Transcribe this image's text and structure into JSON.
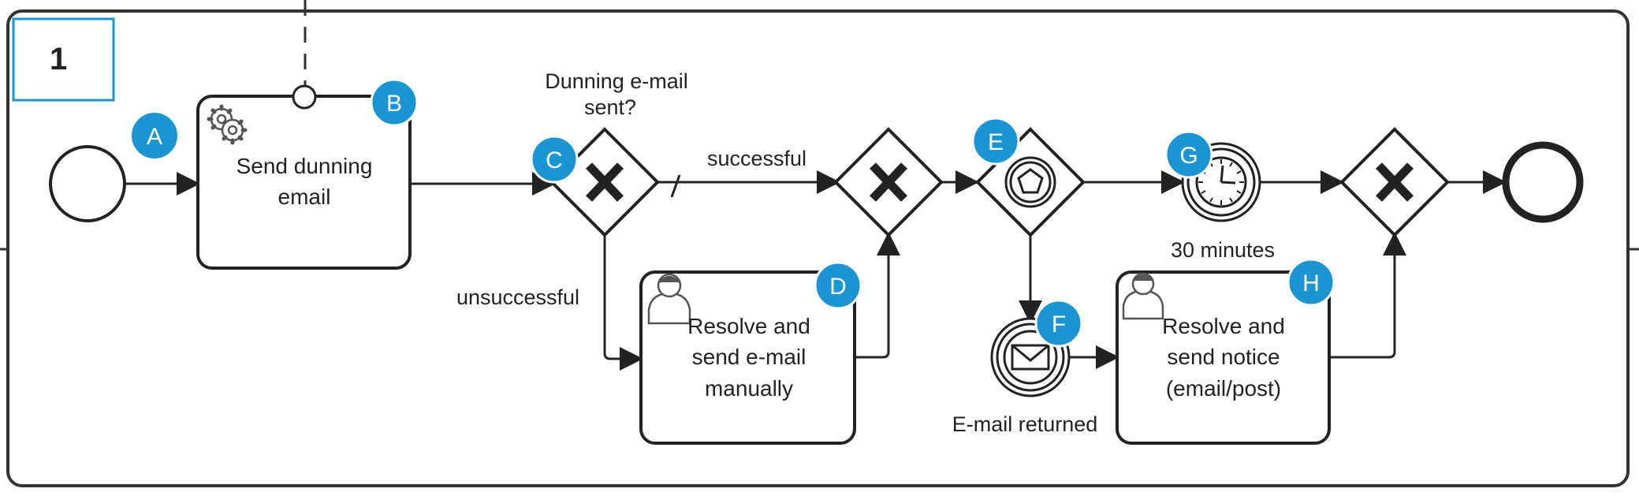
{
  "lane": {
    "number": "1"
  },
  "tasks": {
    "send_dunning": {
      "lines": [
        "Send dunning",
        "email"
      ]
    },
    "resolve_email": {
      "lines": [
        "Resolve and",
        "send e-mail",
        "manually"
      ]
    },
    "resolve_notice": {
      "lines": [
        "Resolve and",
        "send notice",
        "(email/post)"
      ]
    }
  },
  "labels": {
    "gateway_question": [
      "Dunning e-mail",
      "sent?"
    ],
    "successful": "successful",
    "unsuccessful": "unsuccessful",
    "timer": "30 minutes",
    "email_returned": "E-mail returned"
  },
  "badges": {
    "a": "A",
    "b": "B",
    "c": "C",
    "d": "D",
    "e": "E",
    "f": "F",
    "g": "G",
    "h": "H"
  },
  "colors": {
    "badge": "#1b95d1",
    "frame": "#1b95d1",
    "stroke": "#222222"
  }
}
